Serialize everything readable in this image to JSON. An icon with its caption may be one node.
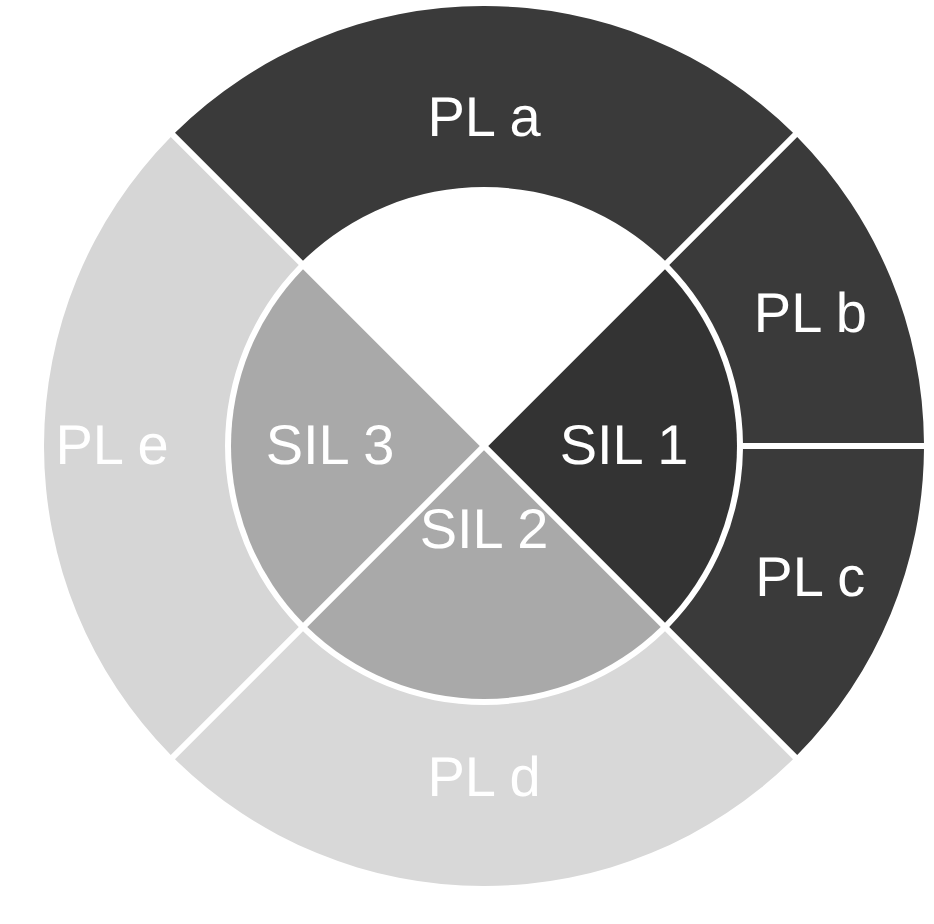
{
  "diagram": {
    "nodes": [
      {
        "text": [
          "PL a"
        ]
      },
      {
        "text": [
          "PL b"
        ]
      },
      {
        "text": [
          "PL e"
        ]
      },
      {
        "text": [
          "SIL 3"
        ]
      },
      {
        "text": [
          "SIL 1"
        ]
      },
      {
        "text": [
          "SIL 2"
        ]
      },
      {
        "text": [
          "PL c"
        ]
      },
      {
        "text": [
          "PL d"
        ]
      }
    ]
  }
}
